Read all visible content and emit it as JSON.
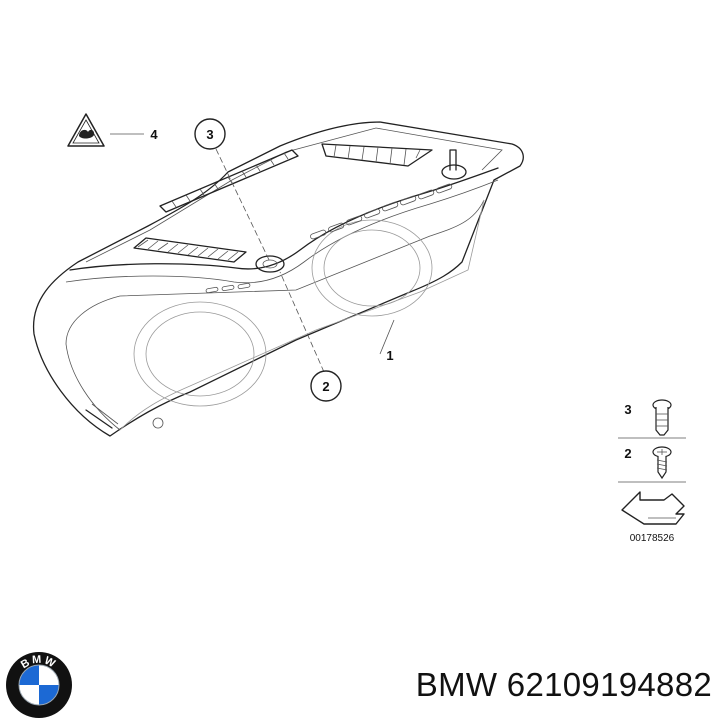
{
  "diagram": {
    "callouts": [
      {
        "id": "1",
        "label": "1"
      },
      {
        "id": "2",
        "label": "2"
      },
      {
        "id": "3",
        "label": "3"
      },
      {
        "id": "4",
        "label": "4"
      }
    ],
    "legend": {
      "items": [
        {
          "label": "3",
          "part": "push-rivet-icon"
        },
        {
          "label": "2",
          "part": "screw-icon"
        }
      ],
      "diagram_id": "00178526"
    }
  },
  "branding": {
    "logo_text": "BMW",
    "caption": "BMW 62109194882"
  },
  "colors": {
    "line": "#222222",
    "hatch": "#555555",
    "logo_blue": "#1c69d4",
    "logo_ring": "#111111"
  }
}
